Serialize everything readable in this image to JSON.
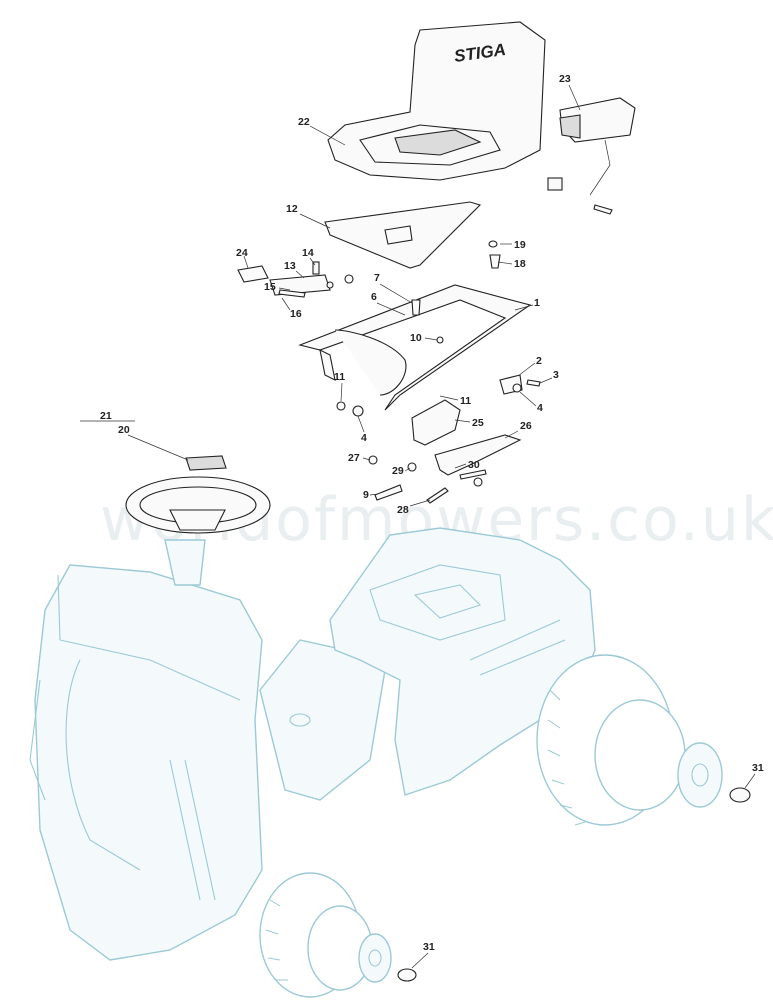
{
  "watermark": "worldofmowers.co.uk",
  "brand": "STIGA",
  "callouts": [
    {
      "id": "1",
      "label": "1"
    },
    {
      "id": "2",
      "label": "2"
    },
    {
      "id": "3",
      "label": "3"
    },
    {
      "id": "4a",
      "label": "4"
    },
    {
      "id": "4b",
      "label": "4"
    },
    {
      "id": "6",
      "label": "6"
    },
    {
      "id": "7",
      "label": "7"
    },
    {
      "id": "9",
      "label": "9"
    },
    {
      "id": "10",
      "label": "10"
    },
    {
      "id": "11a",
      "label": "11"
    },
    {
      "id": "11b",
      "label": "11"
    },
    {
      "id": "12",
      "label": "12"
    },
    {
      "id": "13",
      "label": "13"
    },
    {
      "id": "14",
      "label": "14"
    },
    {
      "id": "15",
      "label": "15"
    },
    {
      "id": "16",
      "label": "16"
    },
    {
      "id": "18",
      "label": "18"
    },
    {
      "id": "19",
      "label": "19"
    },
    {
      "id": "20",
      "label": "20"
    },
    {
      "id": "21",
      "label": "21"
    },
    {
      "id": "22",
      "label": "22"
    },
    {
      "id": "23",
      "label": "23"
    },
    {
      "id": "24",
      "label": "24"
    },
    {
      "id": "25",
      "label": "25"
    },
    {
      "id": "26",
      "label": "26"
    },
    {
      "id": "27",
      "label": "27"
    },
    {
      "id": "28",
      "label": "28"
    },
    {
      "id": "29",
      "label": "29"
    },
    {
      "id": "30",
      "label": "30"
    },
    {
      "id": "31a",
      "label": "31"
    },
    {
      "id": "31b",
      "label": "31"
    }
  ]
}
